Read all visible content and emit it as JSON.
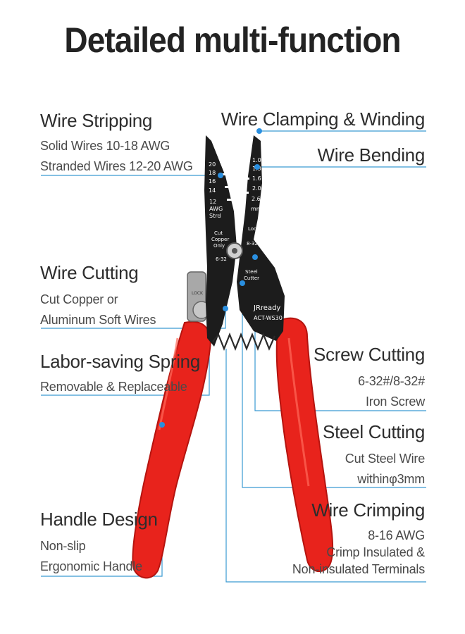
{
  "title": "Detailed multi-function",
  "colors": {
    "handle": "#e8231c",
    "handle_dark": "#b5140f",
    "metal": "#1c1c1c",
    "leader": "#3a9ad2",
    "dot": "#2a8fe0"
  },
  "callouts": {
    "wire_stripping": {
      "heading": "Wire Stripping",
      "lines": [
        "Solid Wires 10-18 AWG",
        "Stranded Wires 12-20 AWG"
      ]
    },
    "wire_clamping": {
      "heading": "Wire Clamping & Winding"
    },
    "wire_bending": {
      "heading": "Wire Bending"
    },
    "wire_cutting": {
      "heading": "Wire Cutting",
      "lines": [
        "Cut Copper or",
        "Aluminum Soft Wires"
      ]
    },
    "labor_saving_spring": {
      "heading": "Labor-saving Spring",
      "lines": [
        "Removable & Replaceable"
      ]
    },
    "screw_cutting": {
      "heading": "Screw Cutting",
      "lines": [
        "6-32#/8-32#",
        "Iron Screw"
      ]
    },
    "steel_cutting": {
      "heading": "Steel Cutting",
      "lines": [
        "Cut Steel Wire",
        "withinφ3mm"
      ]
    },
    "wire_crimping": {
      "heading": "Wire Crimping",
      "lines": [
        "8-16 AWG",
        "Crimp Insulated &",
        "Non-insulated Terminals"
      ]
    },
    "handle_design": {
      "heading": "Handle Design",
      "lines": [
        "Non-slip",
        "Ergonomic Handle"
      ]
    }
  },
  "tool_markings": {
    "left_gauges": [
      "20",
      "18",
      "16",
      "14",
      "12"
    ],
    "left_awg": "AWG",
    "left_strd": "Strd",
    "cut_copper": [
      "Cut",
      "Copper",
      "Only"
    ],
    "screw_left": "6-32",
    "right_gauges": [
      "1.0",
      "1.3",
      "1.6",
      "2.0",
      "2.6"
    ],
    "right_unit": "mm",
    "looper": "Looper",
    "screw_right": "8-32",
    "steel_cutter": [
      "Steel",
      "Cutter"
    ],
    "brand": "JRready",
    "model": "ACT-WS30",
    "lock": "LOCK"
  }
}
